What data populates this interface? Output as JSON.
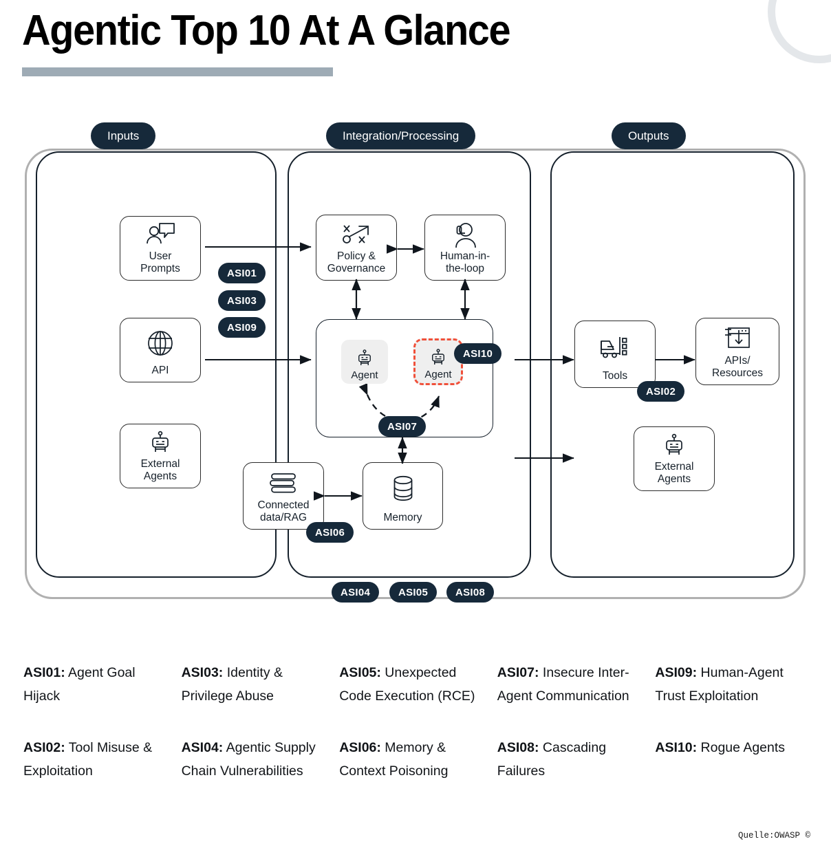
{
  "header": {
    "title": "Agentic Top 10 At A Glance"
  },
  "diagram": {
    "columns": [
      {
        "id": "inputs",
        "title": "Inputs"
      },
      {
        "id": "integration",
        "title": "Integration/Processing"
      },
      {
        "id": "outputs",
        "title": "Outputs"
      }
    ],
    "nodes": {
      "user_prompts": {
        "label": "User\nPrompts",
        "icon": "user-prompt-icon"
      },
      "api": {
        "label": "API",
        "icon": "globe-icon"
      },
      "external_agents_in": {
        "label": "External\nAgents",
        "icon": "robot-icon"
      },
      "policy": {
        "label": "Policy &\nGovernance",
        "icon": "strategy-icon"
      },
      "hitl": {
        "label": "Human-in-\nthe-loop",
        "icon": "headset-person-icon"
      },
      "agent_a": {
        "label": "Agent",
        "icon": "robot-icon"
      },
      "agent_b": {
        "label": "Agent",
        "icon": "robot-icon",
        "flagged": true
      },
      "connected_data": {
        "label": "Connected\ndata/RAG",
        "icon": "books-icon"
      },
      "memory": {
        "label": "Memory",
        "icon": "database-icon"
      },
      "tools": {
        "label": "Tools",
        "icon": "forklift-icon"
      },
      "apis_resources": {
        "label": "APIs/\nResources",
        "icon": "download-window-icon"
      },
      "external_agents_out": {
        "label": "External\nAgents",
        "icon": "robot-icon"
      }
    },
    "badges": {
      "asi01": "ASI01",
      "asi03": "ASI03",
      "asi09": "ASI09",
      "asi10": "ASI10",
      "asi07": "ASI07",
      "asi06": "ASI06",
      "asi02": "ASI02",
      "asi04": "ASI04",
      "asi05": "ASI05",
      "asi08": "ASI08"
    }
  },
  "legend": {
    "columns": [
      [
        {
          "code": "ASI01:",
          "text": " Agent Goal Hijack"
        },
        {
          "code": "ASI02:",
          "text": " Tool Misuse & Exploitation"
        }
      ],
      [
        {
          "code": "ASI03:",
          "text": " Identity & Privilege Abuse"
        },
        {
          "code": "ASI04:",
          "text": " Agentic Supply Chain Vulnerabilities"
        }
      ],
      [
        {
          "code": "ASI05:",
          "text": " Unexpected Code Execution (RCE)"
        },
        {
          "code": "ASI06:",
          "text": " Memory & Context Poisoning"
        }
      ],
      [
        {
          "code": "ASI07:",
          "text": " Insecure Inter-Agent Communication"
        },
        {
          "code": "ASI08:",
          "text": " Cascading Failures"
        }
      ],
      [
        {
          "code": "ASI09:",
          "text": " Human-Agent Trust Exploitation"
        },
        {
          "code": "ASI10:",
          "text": " Rogue Agents"
        }
      ]
    ]
  },
  "footer": {
    "source": "Quelle:OWASP ©"
  },
  "colors": {
    "badge_navy": "#16293a",
    "accent_red": "#f0503a",
    "rule_gray": "#9eabb5",
    "backplate_gray": "#b0b0b0",
    "chip_gray": "#efefef"
  }
}
